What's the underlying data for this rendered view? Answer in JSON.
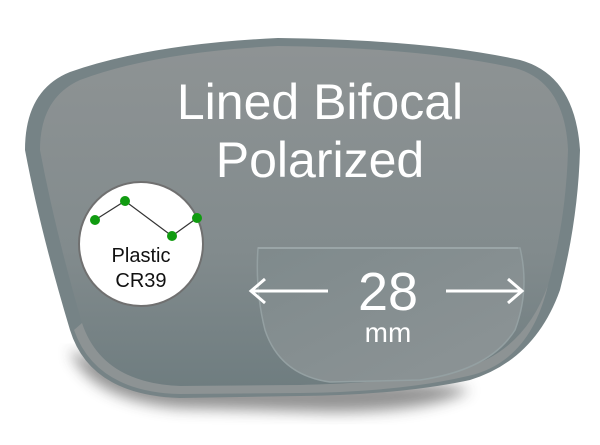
{
  "lens": {
    "title_line1": "Lined Bifocal",
    "title_line2": "Polarized",
    "material": {
      "line1": "Plastic",
      "line2": "CR39",
      "icon": "molecule-chain-icon"
    },
    "segment": {
      "width_value": "28",
      "width_unit": "mm",
      "left_arrow": "arrow-left-icon",
      "right_arrow": "arrow-right-icon"
    }
  },
  "colors": {
    "lens_fill": "#868c8e",
    "lens_rim": "#707a7c",
    "segment_fill": "#8a9496",
    "text": "#ffffff",
    "badge_dot": "#109b10"
  }
}
